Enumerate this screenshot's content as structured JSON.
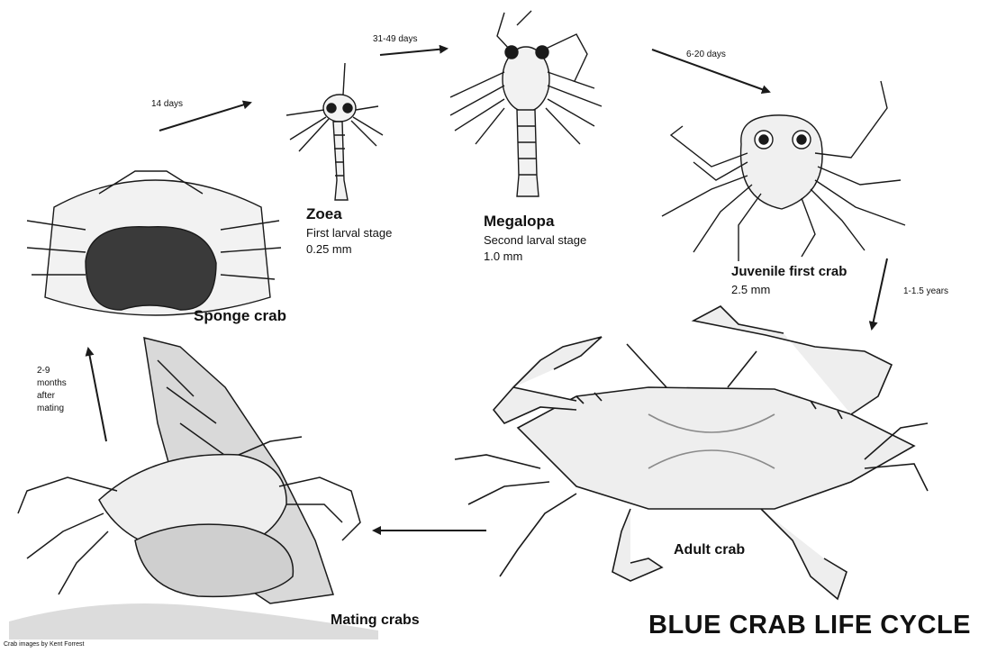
{
  "title": "BLUE CRAB LIFE CYCLE",
  "credit": "Crab images by Kent Forrest",
  "stages": {
    "zoea": {
      "name": "Zoea",
      "desc1": "First larval stage",
      "desc2": "0.25 mm"
    },
    "megalopa": {
      "name": "Megalopa",
      "desc1": "Second larval stage",
      "desc2": "1.0 mm"
    },
    "juvenile": {
      "name": "Juvenile first crab",
      "desc1": "2.5 mm"
    },
    "adult": {
      "name": "Adult crab"
    },
    "mating": {
      "name": "Mating crabs"
    },
    "sponge": {
      "name": "Sponge crab"
    }
  },
  "durations": {
    "sponge_to_zoea": "14 days",
    "zoea_to_megalopa": "31-49 days",
    "megalopa_to_juvenile": "6-20 days",
    "juvenile_to_adult": "1-1.5 years",
    "mating_to_sponge": [
      "2-9",
      "months",
      "after",
      "mating"
    ]
  },
  "colors": {
    "ink": "#1a1a1a",
    "shade": "#8a8a8a",
    "egg_mass": "#3a3a3a",
    "background": "#ffffff"
  }
}
